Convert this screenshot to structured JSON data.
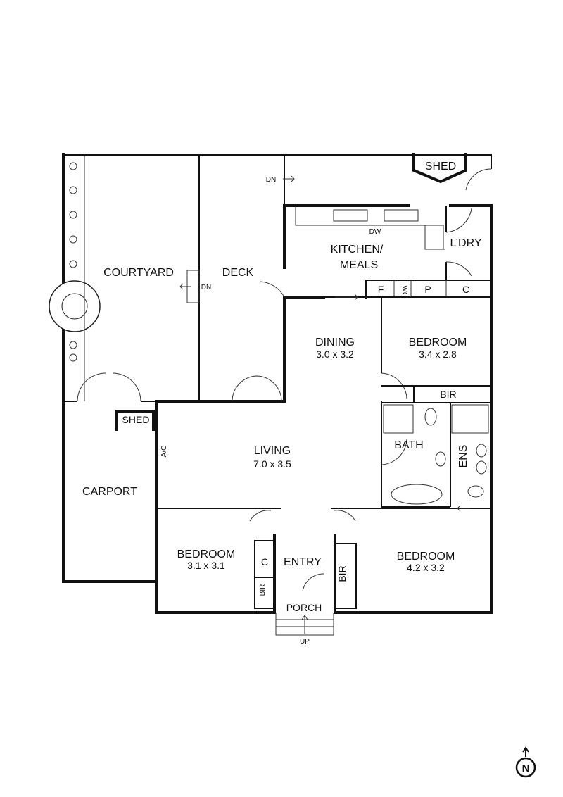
{
  "plan": {
    "rooms": {
      "courtyard": {
        "label": "COURTYARD"
      },
      "deck": {
        "label": "DECK"
      },
      "kitchen": {
        "label_line1": "KITCHEN/",
        "label_line2": "MEALS"
      },
      "laundry": {
        "label": "L’DRY"
      },
      "dining": {
        "label": "DINING",
        "size": "3.0 x 3.2"
      },
      "bedroom_ne": {
        "label": "BEDROOM",
        "size": "3.4 x 2.8"
      },
      "living": {
        "label": "LIVING",
        "size": "7.0 x 3.5"
      },
      "bath": {
        "label": "BATH"
      },
      "ensuite": {
        "label": "ENS"
      },
      "carport": {
        "label": "CARPORT"
      },
      "bedroom_sw": {
        "label": "BEDROOM",
        "size": "3.1 x 3.1"
      },
      "entry": {
        "label": "ENTRY"
      },
      "bedroom_se": {
        "label": "BEDROOM",
        "size": "4.2 x 3.2"
      },
      "porch": {
        "label": "PORCH"
      },
      "shed_top": {
        "label": "SHED"
      },
      "shed_left": {
        "label": "SHED"
      }
    },
    "fixtures": {
      "dw": "DW",
      "fridge": "F",
      "wall_oven": "WO",
      "pantry": "P",
      "cupboard_kitchen": "C",
      "bir_ne": "BIR",
      "cupboard_sw": "C",
      "bir_sw": "BIR",
      "bir_se": "BIR",
      "ac": "A/C"
    },
    "annotations": {
      "dn_top": "DN",
      "dn_courtyard": "DN",
      "up_porch": "UP"
    },
    "compass": {
      "label": "N"
    }
  }
}
